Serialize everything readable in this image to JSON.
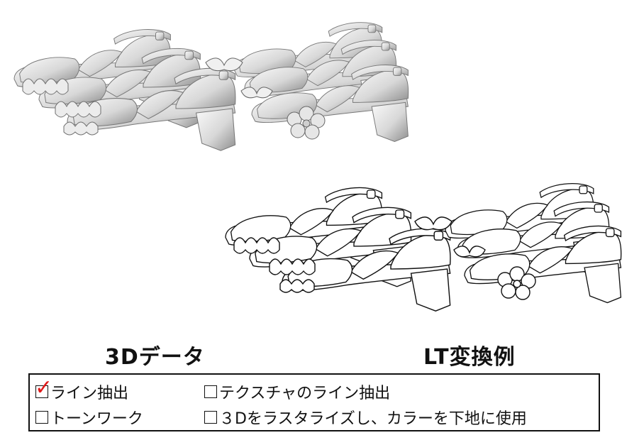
{
  "captions": {
    "left": "3Dデータ",
    "right": "LT変換例"
  },
  "options": [
    {
      "label": "ライン抽出",
      "checked": true
    },
    {
      "label": "テクスチャのライン抽出",
      "checked": false
    },
    {
      "label": "トーンワーク",
      "checked": false
    },
    {
      "label": "３Dをラスタライズし、カラーを下地に使用",
      "checked": false
    }
  ],
  "colors": {
    "check_mark": "#e01a1a",
    "line": "#111111",
    "shoe_shade_light": "#f4f4f4",
    "shoe_shade_dark": "#9a9a9a"
  },
  "icons": {
    "check_mark": "checkmark-icon",
    "checkbox": "checkbox-icon"
  }
}
